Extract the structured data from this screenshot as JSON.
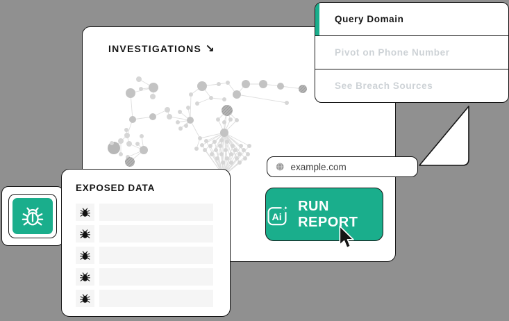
{
  "colors": {
    "background": "#909090",
    "teal": "#1aae8c",
    "border": "#141414",
    "muted_text": "#cdd2d6",
    "placeholder_bar": "#f5f5f5",
    "graph": {
      "l": "#d6d6d6",
      "m": "#c3c3c3",
      "d": "#b7b7b7",
      "h": "url(#hatch)",
      "edge": "#dedede"
    }
  },
  "main_card": {
    "title": "INVESTIGATIONS",
    "title_arrow": "↘"
  },
  "menu_card": {
    "items": [
      {
        "label": "Query Domain",
        "active": true
      },
      {
        "label": "Pivot on Phone Number",
        "active": false
      },
      {
        "label": "See Breach Sources",
        "active": false
      }
    ]
  },
  "input": {
    "value": "example.com",
    "icon": "globe-icon"
  },
  "run_button": {
    "label": "RUN REPORT",
    "icon_text": "Ai"
  },
  "exposed_card": {
    "title": "EXPOSED DATA",
    "rows": [
      {
        "icon": "bug-icon"
      },
      {
        "icon": "bug-icon"
      },
      {
        "icon": "bug-icon"
      },
      {
        "icon": "bug-icon"
      },
      {
        "icon": "bug-icon"
      }
    ]
  },
  "graph": {
    "nodes": [
      [
        81,
        75,
        4,
        "l"
      ],
      [
        84,
        89,
        3,
        "l"
      ],
      [
        102,
        87,
        7,
        "m"
      ],
      [
        69,
        95,
        7,
        "m"
      ],
      [
        101,
        100,
        4,
        "l"
      ],
      [
        122,
        119,
        4,
        "l"
      ],
      [
        72,
        133,
        5,
        "m"
      ],
      [
        101,
        129,
        5,
        "m"
      ],
      [
        125,
        129,
        4,
        "l"
      ],
      [
        140,
        122,
        3,
        "l"
      ],
      [
        152,
        116,
        3,
        "l"
      ],
      [
        155,
        134,
        5,
        "m"
      ],
      [
        137,
        137,
        3,
        "l"
      ],
      [
        141,
        146,
        3,
        "l"
      ],
      [
        149,
        142,
        3,
        "l"
      ],
      [
        63,
        148,
        3,
        "l"
      ],
      [
        64,
        156,
        4,
        "l"
      ],
      [
        55,
        164,
        4,
        "l"
      ],
      [
        45,
        174,
        9,
        "d"
      ],
      [
        67,
        168,
        4,
        "l"
      ],
      [
        79,
        168,
        3,
        "l"
      ],
      [
        88,
        177,
        6,
        "m"
      ],
      [
        65,
        187,
        3,
        "l"
      ],
      [
        68,
        194,
        7,
        "h"
      ],
      [
        55,
        183,
        3,
        "l"
      ],
      [
        42,
        167,
        3,
        "l"
      ],
      [
        85,
        157,
        3,
        "l"
      ],
      [
        172,
        85,
        7,
        "m"
      ],
      [
        156,
        97,
        3,
        "l"
      ],
      [
        165,
        110,
        3,
        "l"
      ],
      [
        185,
        102,
        3,
        "l"
      ],
      [
        196,
        82,
        3,
        "l"
      ],
      [
        209,
        80,
        3,
        "l"
      ],
      [
        222,
        97,
        6,
        "m"
      ],
      [
        235,
        82,
        6,
        "m"
      ],
      [
        260,
        82,
        6,
        "m"
      ],
      [
        285,
        85,
        5,
        "m"
      ],
      [
        317,
        89,
        6,
        "h"
      ],
      [
        294,
        109,
        3,
        "l"
      ],
      [
        204,
        104,
        3,
        "l"
      ],
      [
        208,
        120,
        8,
        "h"
      ],
      [
        195,
        133,
        3,
        "l"
      ],
      [
        204,
        137,
        3,
        "l"
      ],
      [
        213,
        133,
        3,
        "l"
      ],
      [
        222,
        134,
        3,
        "l"
      ],
      [
        204,
        152,
        6,
        "m"
      ],
      [
        169,
        160,
        3,
        "l"
      ],
      [
        164,
        175,
        3,
        "l"
      ],
      [
        178,
        164,
        3,
        "l"
      ],
      [
        172,
        170,
        3,
        "l"
      ],
      [
        176,
        177,
        3,
        "l"
      ],
      [
        184,
        171,
        3,
        "l"
      ],
      [
        190,
        165,
        3,
        "l"
      ],
      [
        186,
        183,
        3,
        "l"
      ],
      [
        192,
        177,
        3,
        "l"
      ],
      [
        198,
        171,
        3,
        "l"
      ],
      [
        200,
        163,
        3,
        "l"
      ],
      [
        194,
        189,
        3,
        "l"
      ],
      [
        200,
        183,
        3,
        "l"
      ],
      [
        206,
        177,
        3,
        "l"
      ],
      [
        208,
        165,
        3,
        "l"
      ],
      [
        202,
        195,
        3,
        "l"
      ],
      [
        208,
        189,
        3,
        "l"
      ],
      [
        214,
        183,
        3,
        "l"
      ],
      [
        216,
        171,
        3,
        "l"
      ],
      [
        220,
        177,
        3,
        "l"
      ],
      [
        222,
        189,
        3,
        "l"
      ],
      [
        214,
        195,
        3,
        "l"
      ],
      [
        226,
        183,
        3,
        "l"
      ],
      [
        228,
        171,
        3,
        "l"
      ],
      [
        232,
        177,
        3,
        "l"
      ],
      [
        234,
        189,
        3,
        "l"
      ],
      [
        238,
        183,
        3,
        "l"
      ],
      [
        226,
        195,
        3,
        "l"
      ],
      [
        240,
        171,
        3,
        "l"
      ],
      [
        203,
        214,
        0,
        "l"
      ]
    ],
    "edges": [
      [
        0,
        2
      ],
      [
        1,
        2
      ],
      [
        2,
        3
      ],
      [
        2,
        4
      ],
      [
        3,
        6
      ],
      [
        6,
        7
      ],
      [
        7,
        5
      ],
      [
        5,
        8
      ],
      [
        8,
        11
      ],
      [
        9,
        11
      ],
      [
        10,
        11
      ],
      [
        12,
        11
      ],
      [
        13,
        11
      ],
      [
        14,
        11
      ],
      [
        6,
        16
      ],
      [
        15,
        16
      ],
      [
        16,
        17
      ],
      [
        17,
        18
      ],
      [
        18,
        25
      ],
      [
        16,
        19
      ],
      [
        19,
        21
      ],
      [
        20,
        21
      ],
      [
        21,
        23
      ],
      [
        21,
        22
      ],
      [
        17,
        24
      ],
      [
        26,
        21
      ],
      [
        11,
        28
      ],
      [
        28,
        27
      ],
      [
        27,
        30
      ],
      [
        29,
        30
      ],
      [
        30,
        39
      ],
      [
        27,
        31
      ],
      [
        31,
        32
      ],
      [
        32,
        33
      ],
      [
        33,
        34
      ],
      [
        34,
        35
      ],
      [
        35,
        36
      ],
      [
        36,
        37
      ],
      [
        33,
        38
      ],
      [
        40,
        41
      ],
      [
        40,
        42
      ],
      [
        40,
        43
      ],
      [
        40,
        44
      ],
      [
        45,
        40
      ],
      [
        45,
        41
      ],
      [
        45,
        42
      ],
      [
        45,
        43
      ],
      [
        45,
        44
      ],
      [
        11,
        46
      ],
      [
        46,
        45
      ],
      [
        47,
        46
      ]
    ],
    "fan": {
      "hub": 45,
      "sink": 75,
      "from": 48,
      "to": 74
    }
  }
}
